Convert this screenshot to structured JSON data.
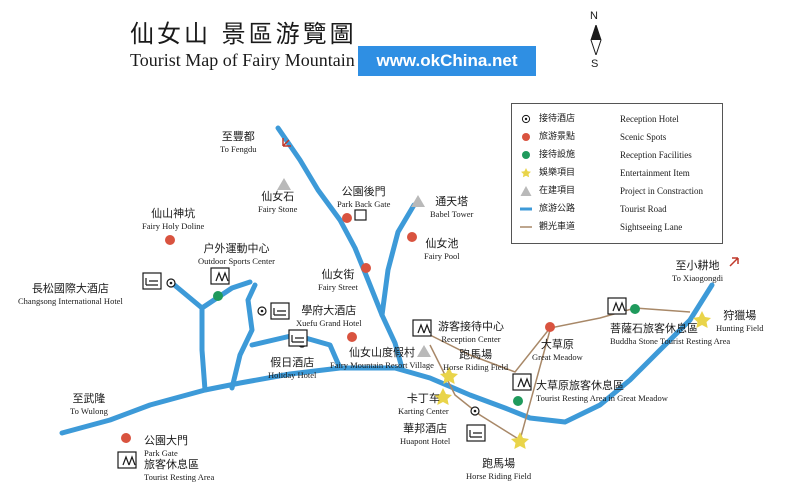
{
  "title": {
    "zh": "仙女山 景區游覽圖",
    "en": "Tourist Map of  Fairy Mountain"
  },
  "watermark": "www.okChina.net",
  "compass": {
    "north": "N",
    "south": "S"
  },
  "legend": [
    {
      "symbol": "reception-hotel",
      "zh": "接待酒店",
      "en": "Reception Hotel"
    },
    {
      "symbol": "scenic-spot",
      "zh": "旅游景點",
      "en": "Scenic Spots"
    },
    {
      "symbol": "reception-facility",
      "zh": "接待設施",
      "en": "Reception Facilities"
    },
    {
      "symbol": "entertainment",
      "zh": "娛樂項目",
      "en": "Entertainment Item"
    },
    {
      "symbol": "project-construction",
      "zh": "在建項目",
      "en": "Project in Constraction"
    },
    {
      "symbol": "tourist-road",
      "zh": "旅游公路",
      "en": "Tourist Road"
    },
    {
      "symbol": "sightseeing-lane",
      "zh": "觀光車道",
      "en": "Sightseeing Lane"
    }
  ],
  "colors": {
    "road": "#3d9ad8",
    "scenic": "#d9533f",
    "facility": "#1f9a5c",
    "entertainment": "#e9d44a",
    "construction": "#b9b9b9",
    "lane": "#a88868",
    "watermark_bg": "#2f8fe3"
  },
  "places": {
    "fengdu": {
      "zh": "至豐都",
      "en": "To Fengdu"
    },
    "fairy_stone": {
      "zh": "仙女石",
      "en": "Fairy Stone"
    },
    "park_back_gate": {
      "zh": "公園後門",
      "en": "Park Back Gate"
    },
    "babel_tower": {
      "zh": "通天塔",
      "en": "Babel Tower"
    },
    "fairy_holy_doline": {
      "zh": "仙山神坑",
      "en": "Fairy Holy Doline"
    },
    "fairy_pool": {
      "zh": "仙女池",
      "en": "Fairy Pool"
    },
    "outdoor_sports": {
      "zh": "户外運動中心",
      "en": "Outdoor Sports Center"
    },
    "fairy_street": {
      "zh": "仙女街",
      "en": "Fairy Street"
    },
    "changsong_hotel": {
      "zh": "長松國際大酒店",
      "en": "Changsong International Hotel"
    },
    "xuefu_hotel": {
      "zh": "學府大酒店",
      "en": "Xuefu Grand Hotel"
    },
    "reception_center": {
      "zh": "游客接待中心",
      "en": "Reception Center"
    },
    "holiday_hotel": {
      "zh": "假日酒店",
      "en": "Holiday Hotel"
    },
    "resort_village": {
      "zh": "仙女山度假村",
      "en": "Fairy Mountain Resort Village"
    },
    "horse_field_1": {
      "zh": "跑馬場",
      "en": "Horse Riding Field"
    },
    "great_meadow": {
      "zh": "大草原",
      "en": "Great Meadow"
    },
    "buddha_stone": {
      "zh": "菩薩石旅客休息區",
      "en": "Buddha Stone Tourist Resting Area"
    },
    "xiaogongdi": {
      "zh": "至小耕地",
      "en": "To Xiaogongdi"
    },
    "hunting_field": {
      "zh": "狩獵場",
      "en": "Hunting Field"
    },
    "meadow_resting": {
      "zh": "大草原旅客休息區",
      "en": "Tourist Resting Area in Great Meadow"
    },
    "wulong": {
      "zh": "至武隆",
      "en": "To Wulong"
    },
    "karting": {
      "zh": "卡丁车",
      "en": "Karting Center"
    },
    "huapont_hotel": {
      "zh": "華邦酒店",
      "en": "Huapont Hotel"
    },
    "park_gate": {
      "zh": "公園大門",
      "en": "Park Gate"
    },
    "park_gate_resting": {
      "zh": "旅客休息區",
      "en": "Tourist Resting Area"
    },
    "horse_field_2": {
      "zh": "跑馬場",
      "en": "Horse Riding Field"
    }
  }
}
